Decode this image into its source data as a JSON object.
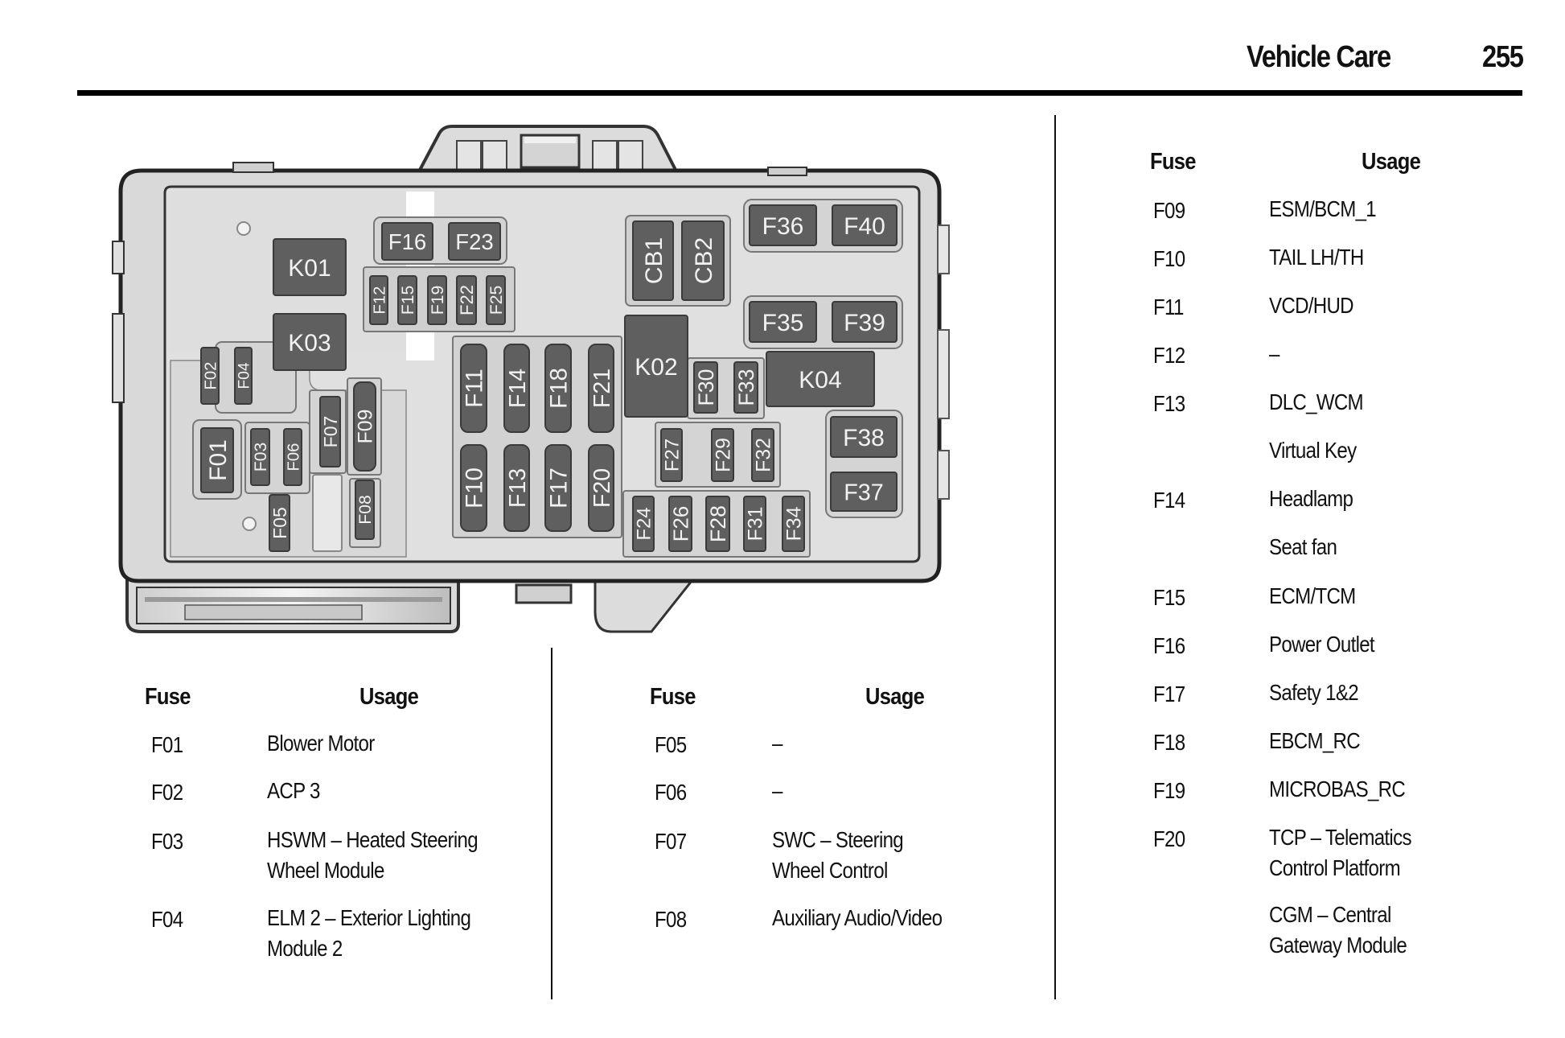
{
  "header": {
    "section_title": "Vehicle Care",
    "page_number": "255"
  },
  "diagram": {
    "subject": "fuse-block",
    "relays": [
      "K01",
      "K02",
      "K03",
      "K04"
    ],
    "circuit_breakers": [
      "CB1",
      "CB2"
    ],
    "fuses": [
      "F01",
      "F02",
      "F03",
      "F04",
      "F05",
      "F06",
      "F07",
      "F08",
      "F09",
      "F10",
      "F11",
      "F12",
      "F13",
      "F14",
      "F15",
      "F16",
      "F17",
      "F18",
      "F19",
      "F20",
      "F21",
      "F22",
      "F23",
      "F24",
      "F25",
      "F26",
      "F27",
      "F28",
      "F29",
      "F30",
      "F31",
      "F32",
      "F33",
      "F34",
      "F35",
      "F36",
      "F37",
      "F38",
      "F39",
      "F40"
    ]
  },
  "tables": [
    {
      "header": {
        "fuse": "Fuse",
        "usage": "Usage"
      },
      "rows": [
        {
          "fuse": "F01",
          "usage": [
            "Blower Motor"
          ]
        },
        {
          "fuse": "F02",
          "usage": [
            "ACP 3"
          ]
        },
        {
          "fuse": "F03",
          "usage": [
            "HSWM – Heated Steering",
            "Wheel Module"
          ]
        },
        {
          "fuse": "F04",
          "usage": [
            "ELM 2 – Exterior Lighting",
            "Module 2"
          ]
        }
      ]
    },
    {
      "header": {
        "fuse": "Fuse",
        "usage": "Usage"
      },
      "rows": [
        {
          "fuse": "F05",
          "usage": [
            "–"
          ]
        },
        {
          "fuse": "F06",
          "usage": [
            "–"
          ]
        },
        {
          "fuse": "F07",
          "usage": [
            "SWC – Steering",
            "Wheel Control"
          ]
        },
        {
          "fuse": "F08",
          "usage": [
            "Auxiliary Audio/Video"
          ]
        }
      ]
    },
    {
      "header": {
        "fuse": "Fuse",
        "usage": "Usage"
      },
      "rows": [
        {
          "fuse": "F09",
          "usage": [
            "ESM/BCM_1"
          ]
        },
        {
          "fuse": "F10",
          "usage": [
            "TAIL LH/TH"
          ]
        },
        {
          "fuse": "F11",
          "usage": [
            "VCD/HUD"
          ]
        },
        {
          "fuse": "F12",
          "usage": [
            "–"
          ]
        },
        {
          "fuse": "F13",
          "usage": [
            "DLC_WCM"
          ]
        },
        {
          "fuse": "",
          "usage": [
            "Virtual Key"
          ]
        },
        {
          "fuse": "F14",
          "usage": [
            "Headlamp"
          ]
        },
        {
          "fuse": "",
          "usage": [
            "Seat fan"
          ]
        },
        {
          "fuse": "F15",
          "usage": [
            "ECM/TCM"
          ]
        },
        {
          "fuse": "F16",
          "usage": [
            "Power Outlet"
          ]
        },
        {
          "fuse": "F17",
          "usage": [
            "Safety 1&2"
          ]
        },
        {
          "fuse": "F18",
          "usage": [
            "EBCM_RC"
          ]
        },
        {
          "fuse": "F19",
          "usage": [
            "MICROBAS_RC"
          ]
        },
        {
          "fuse": "F20",
          "usage": [
            "TCP – Telematics",
            "Control Platform"
          ]
        },
        {
          "fuse": "",
          "usage": [
            "CGM – Central",
            "Gateway Module"
          ]
        }
      ]
    }
  ]
}
